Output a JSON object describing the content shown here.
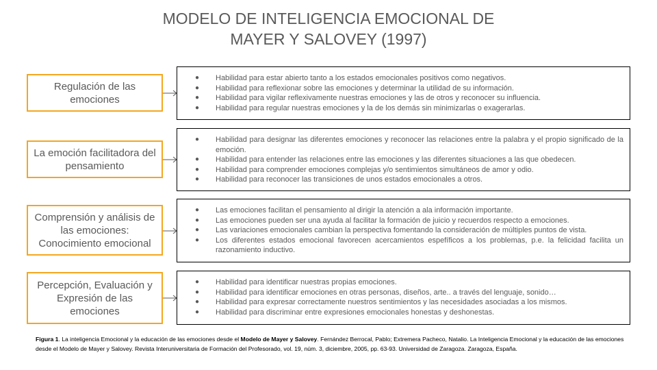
{
  "title": {
    "line1": "MODELO DE INTELIGENCIA EMOCIONAL DE",
    "line2": "MAYER Y SALOVEY (1997)"
  },
  "rows": [
    {
      "label_lines": [
        "Regulación de las",
        "emociones"
      ],
      "items": [
        "Habilidad para estar abierto tanto a los estados emocionales positivos como negativos.",
        "Habilidad para reflexionar sobre las emociones y determinar la utilidad de su información.",
        "Habilidad para vigilar reflexivamente nuestras emociones y las de otros y reconocer su influencia.",
        "Habilidad para regular nuestras emociones y la de los demás sin minimizarlas o exagerarlas."
      ]
    },
    {
      "label_lines": [
        "La emoción facilitadora del",
        "pensamiento"
      ],
      "items": [
        "Habilidad para designar las diferentes emociones y reconocer las relaciones entre la palabra y el propio significado de la emoción.",
        "Habilidad para entender las relaciones entre las emociones y las diferentes situaciones a las que obedecen.",
        "Habilidad para comprender emociones complejas y/o sentimientos simultáneos de amor y odio.",
        "Habilidad para reconocer las transiciones de unos estados emocionales a otros."
      ]
    },
    {
      "label_lines": [
        "Comprensión y análisis de",
        "las emociones:",
        "Conocimiento emocional"
      ],
      "items": [
        "Las emociones facilitan el pensamiento al dirigir la atención a ala información importante.",
        "Las emociones pueden ser una ayuda al facilitar la formación de juicio y recuerdos respecto a emociones.",
        "Las variaciones emocionales cambian la perspectiva fomentando la consideración de múltiples puntos de vista.",
        "Los diferentes estados emocional favorecen acercamientos espefíficos a los problemas, p.e. la felicidad facilita un razonamiento inductivo."
      ]
    },
    {
      "label_lines": [
        "Percepción, Evaluación y",
        "Expresión de las",
        "emociones"
      ],
      "items": [
        "Habilidad para identificar nuestras propias emociones.",
        "Habilidad para identificar emociones en otras personas, diseños, arte.. a través del lenguaje, sonido…",
        "Habilidad para expresar correctamente nuestros sentimientos y las necesidades asociadas a los mismos.",
        "Habilidad para discriminar entre expresiones emocionales honestas y deshonestas."
      ]
    }
  ],
  "bullet": "●",
  "caption": {
    "figure_label": "Figura 1",
    "text_before_bold": ". La inteligencia Emocional y la educación de las emociones desde el ",
    "bold_text": "Modelo de Mayer y Salovey",
    "text_after_bold": ". Fernández Berrocal, Pablo; Extremera Pacheco, Natalio. La Inteligencia Emocional y la educación de las emociones desde el Modelo de Mayer y Salovey. Revista Interuniversitaria de Formación del Profesorado, vol. 19, núm. 3, diciembre, 2005, pp. 63-93. Universidad de Zaragoza. Zaragoza, España."
  },
  "colors": {
    "accent_border": "#f4a61f",
    "text": "#595959",
    "box_border": "#000000"
  }
}
